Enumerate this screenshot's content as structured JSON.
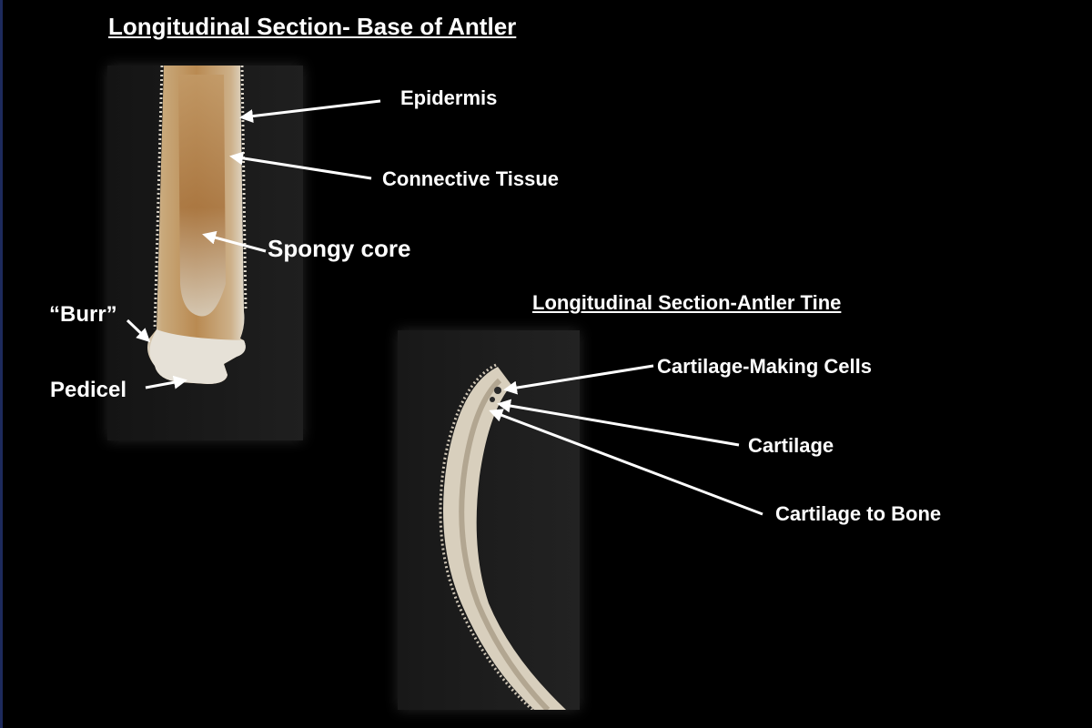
{
  "base_section": {
    "title": "Longitudinal Section- Base of Antler",
    "labels": {
      "epidermis": "Epidermis",
      "connective_tissue": "Connective Tissue",
      "spongy_core": "Spongy core",
      "burr": "“Burr”",
      "pedicel": "Pedicel"
    }
  },
  "tine_section": {
    "title": "Longitudinal Section-Antler Tine",
    "labels": {
      "cartilage_making_cells": "Cartilage-Making Cells",
      "cartilage": "Cartilage",
      "cartilage_to_bone": "Cartilage to Bone"
    }
  }
}
